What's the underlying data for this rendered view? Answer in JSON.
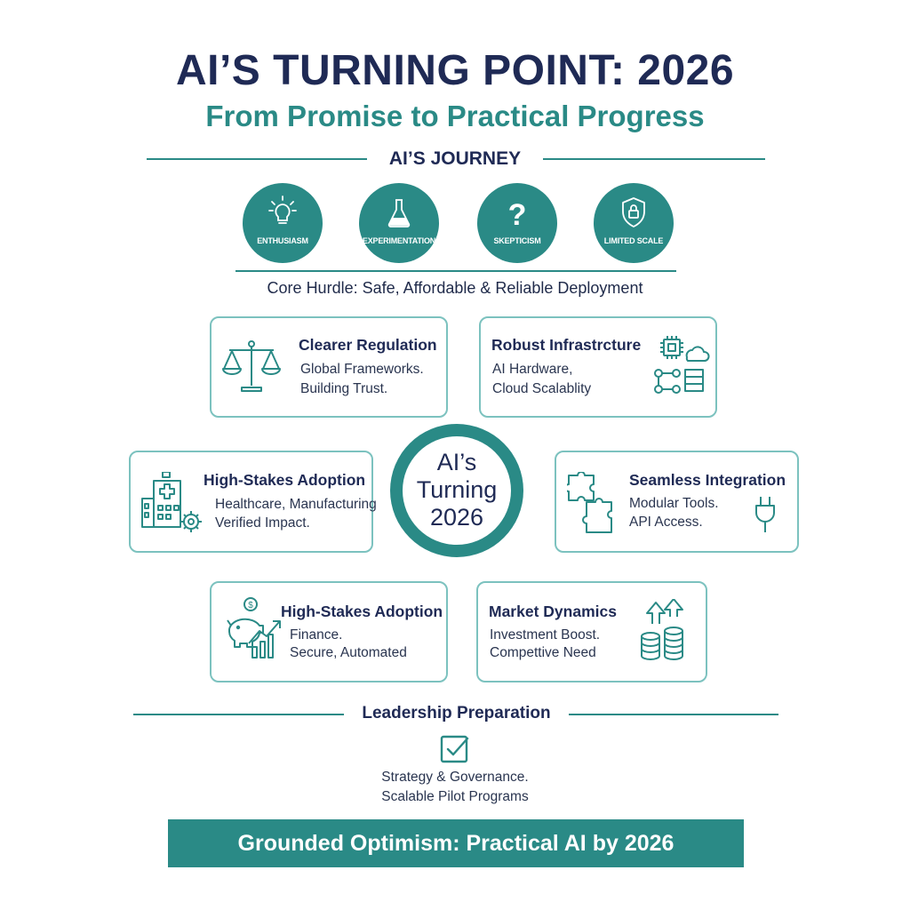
{
  "header": {
    "title": "AI’S TURNING POINT: 2026",
    "subtitle": "From Promise to Practical Progress"
  },
  "journey": {
    "label": "AI’S JOURNEY",
    "stages": [
      {
        "label": "ENTHUSIASM",
        "icon": "lightbulb-icon"
      },
      {
        "label": "EXPERIMENTATION",
        "icon": "flask-icon"
      },
      {
        "label": "SKEPTICISM",
        "icon": "question-icon"
      },
      {
        "label": "LIMITED SCALE",
        "icon": "shield-lock-icon"
      }
    ]
  },
  "hurdle": "Core Hurdle: Safe, Affordable & Reliable Deployment",
  "hub": {
    "line1": "AI’s",
    "line2": "Turning",
    "line3": "2026"
  },
  "cards": {
    "regulation": {
      "title": "Clearer Regulation",
      "line1": "Global Frameworks.",
      "line2": "Building Trust.",
      "icon": "scales-icon"
    },
    "infrastructure": {
      "title": "Robust Infrastrcture",
      "line1": "AI Hardware,",
      "line2": "Cloud Scalablity",
      "icon": "chip-cloud-server-icon"
    },
    "adoption_health": {
      "title": "High-Stakes Adoption",
      "line1": "Healthcare, Manufacturing",
      "line2": "Verified Impact.",
      "icon": "hospital-gear-icon"
    },
    "integration": {
      "title": "Seamless Integration",
      "line1": "Modular Tools.",
      "line2": "API Access.",
      "icon": "puzzle-plug-icon"
    },
    "adoption_finance": {
      "title": "High-Stakes Adoption",
      "line1": "Finance.",
      "line2": "Secure, Automated",
      "icon": "piggy-bank-chart-icon"
    },
    "market": {
      "title": "Market Dynamics",
      "line1": "Investment Boost.",
      "line2": "Compettive Need",
      "icon": "coins-arrows-icon"
    }
  },
  "leadership": {
    "label": "Leadership Preparation",
    "line1": "Strategy & Governance.",
    "line2": "Scalable Pilot Programs",
    "icon": "checkbox-icon"
  },
  "banner": "Grounded Optimism: Practical AI by 2026",
  "colors": {
    "navy": "#1f2a55",
    "teal": "#2a8a86",
    "card_border": "#7cc2bf"
  }
}
